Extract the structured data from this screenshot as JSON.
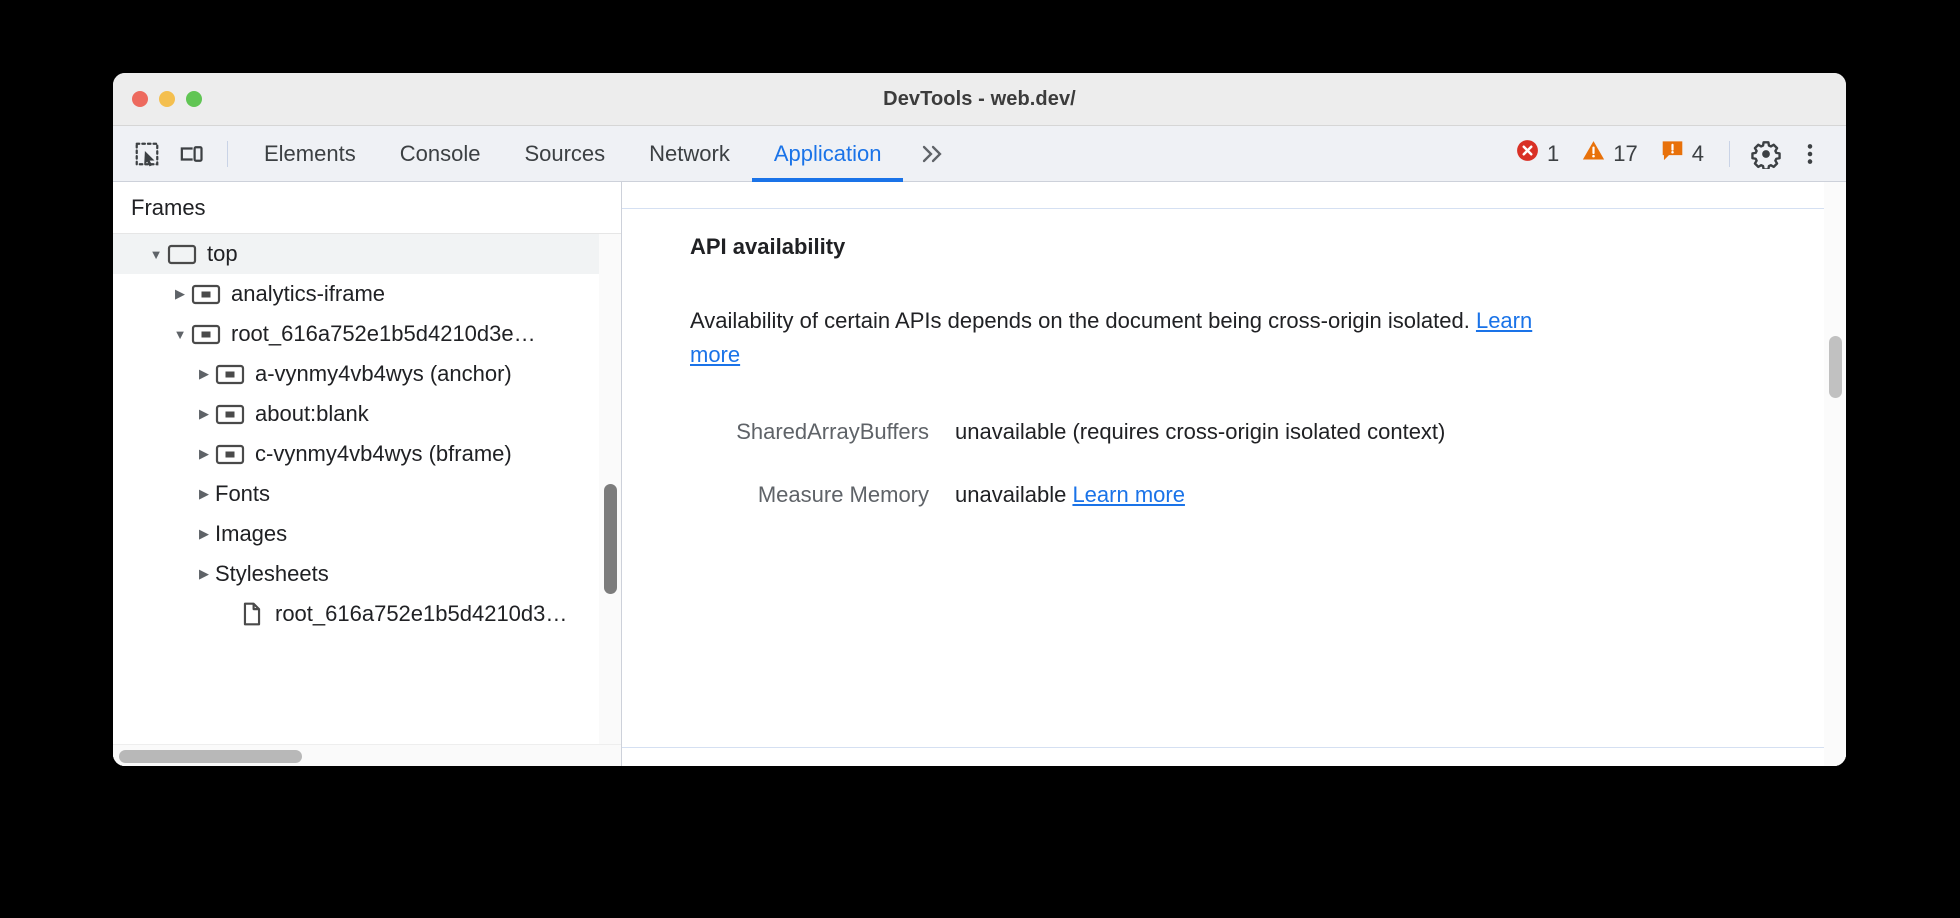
{
  "window": {
    "title": "DevTools - web.dev/",
    "traffic_lights": [
      "close",
      "minimize",
      "zoom"
    ]
  },
  "toolbar": {
    "inspect_icon": "inspect-element-icon",
    "device_icon": "device-toolbar-icon",
    "tabs": [
      {
        "label": "Elements",
        "active": false
      },
      {
        "label": "Console",
        "active": false
      },
      {
        "label": "Sources",
        "active": false
      },
      {
        "label": "Network",
        "active": false
      },
      {
        "label": "Application",
        "active": true
      }
    ],
    "more_tabs_label": "»",
    "status": {
      "errors": {
        "icon": "error-icon",
        "count": "1",
        "color": "#d93025"
      },
      "warnings": {
        "icon": "warning-icon",
        "count": "17",
        "color": "#e8710a"
      },
      "issues": {
        "icon": "issue-icon",
        "count": "4",
        "color": "#e8710a"
      }
    },
    "settings_icon": "gear-icon",
    "more_options_icon": "kebab-menu-icon"
  },
  "sidebar": {
    "header": "Frames",
    "tree": [
      {
        "label": "top",
        "indent": 0,
        "twisty": "down",
        "icon": "frame-top-icon",
        "selected": true
      },
      {
        "label": "analytics-iframe",
        "indent": 1,
        "twisty": "right",
        "icon": "frame-icon",
        "selected": false
      },
      {
        "label": "root_616a752e1b5d4210d3e…",
        "indent": 1,
        "twisty": "down",
        "icon": "frame-icon",
        "selected": false
      },
      {
        "label": "a-vynmy4vb4wys (anchor)",
        "indent": 2,
        "twisty": "right",
        "icon": "frame-icon",
        "selected": false
      },
      {
        "label": "about:blank",
        "indent": 2,
        "twisty": "right",
        "icon": "frame-icon",
        "selected": false
      },
      {
        "label": "c-vynmy4vb4wys (bframe)",
        "indent": 2,
        "twisty": "right",
        "icon": "frame-icon",
        "selected": false
      },
      {
        "label": "Fonts",
        "indent": 2,
        "twisty": "right",
        "icon": "none",
        "selected": false
      },
      {
        "label": "Images",
        "indent": 2,
        "twisty": "right",
        "icon": "none",
        "selected": false
      },
      {
        "label": "Stylesheets",
        "indent": 2,
        "twisty": "right",
        "icon": "none",
        "selected": false
      },
      {
        "label": "root_616a752e1b5d4210d3…",
        "indent": 3,
        "twisty": "none",
        "icon": "document-icon",
        "selected": false
      }
    ]
  },
  "main": {
    "section_title": "API availability",
    "description_before": "Availability of certain APIs depends on the document being cross-origin isolated. ",
    "description_link": "Learn more",
    "rows": [
      {
        "label": "SharedArrayBuffers",
        "value": "unavailable",
        "note": "(requires cross-origin isolated context)",
        "link": ""
      },
      {
        "label": "Measure Memory",
        "value": "unavailable",
        "note": "",
        "link": "Learn more"
      }
    ]
  },
  "colors": {
    "accent": "#1a73e8",
    "error": "#d93025",
    "warning": "#e8710a",
    "toolbar_bg": "#eff1f5",
    "titlebar_bg": "#ededed"
  }
}
